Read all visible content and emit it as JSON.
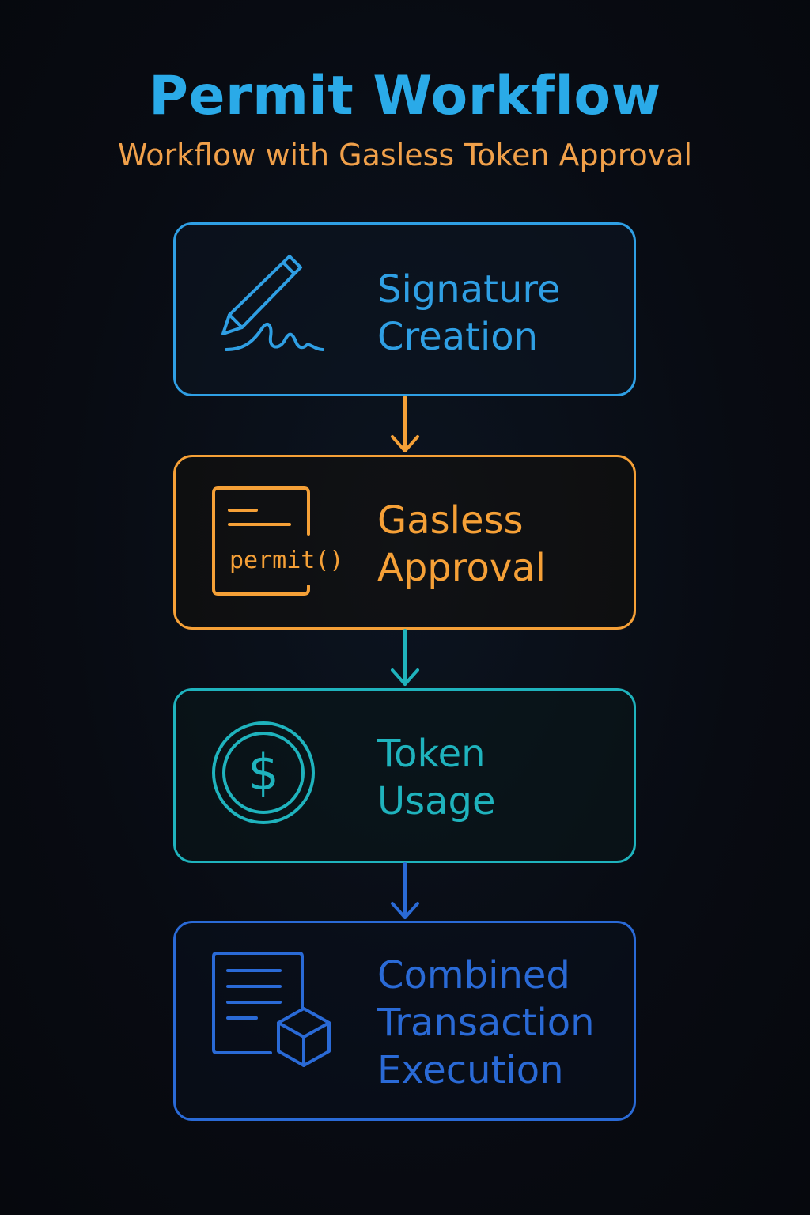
{
  "header": {
    "title": "Permit Workflow",
    "subtitle": "Workflow with Gasless Token Approval"
  },
  "colors": {
    "background": "#080b12",
    "title": "#2aaae8",
    "subtitle": "#f0a04a",
    "signature": "#2f9fe4",
    "gasless": "#f5a037",
    "token": "#1fb3bd",
    "combined": "#2a6ad6"
  },
  "steps": [
    {
      "id": "signature-creation",
      "icon": "pen-signature-icon",
      "lines": [
        "Signature",
        "Creation"
      ]
    },
    {
      "id": "gasless-approval",
      "icon": "code-window-icon",
      "icon_text": "permit()",
      "lines": [
        "Gasless",
        "Approval"
      ]
    },
    {
      "id": "token-usage",
      "icon": "dollar-coin-icon",
      "icon_text": "$",
      "lines": [
        "Token",
        "Usage"
      ]
    },
    {
      "id": "combined-transaction-execution",
      "icon": "document-cube-icon",
      "lines": [
        "Combined",
        "Transaction",
        "Execution"
      ]
    }
  ]
}
